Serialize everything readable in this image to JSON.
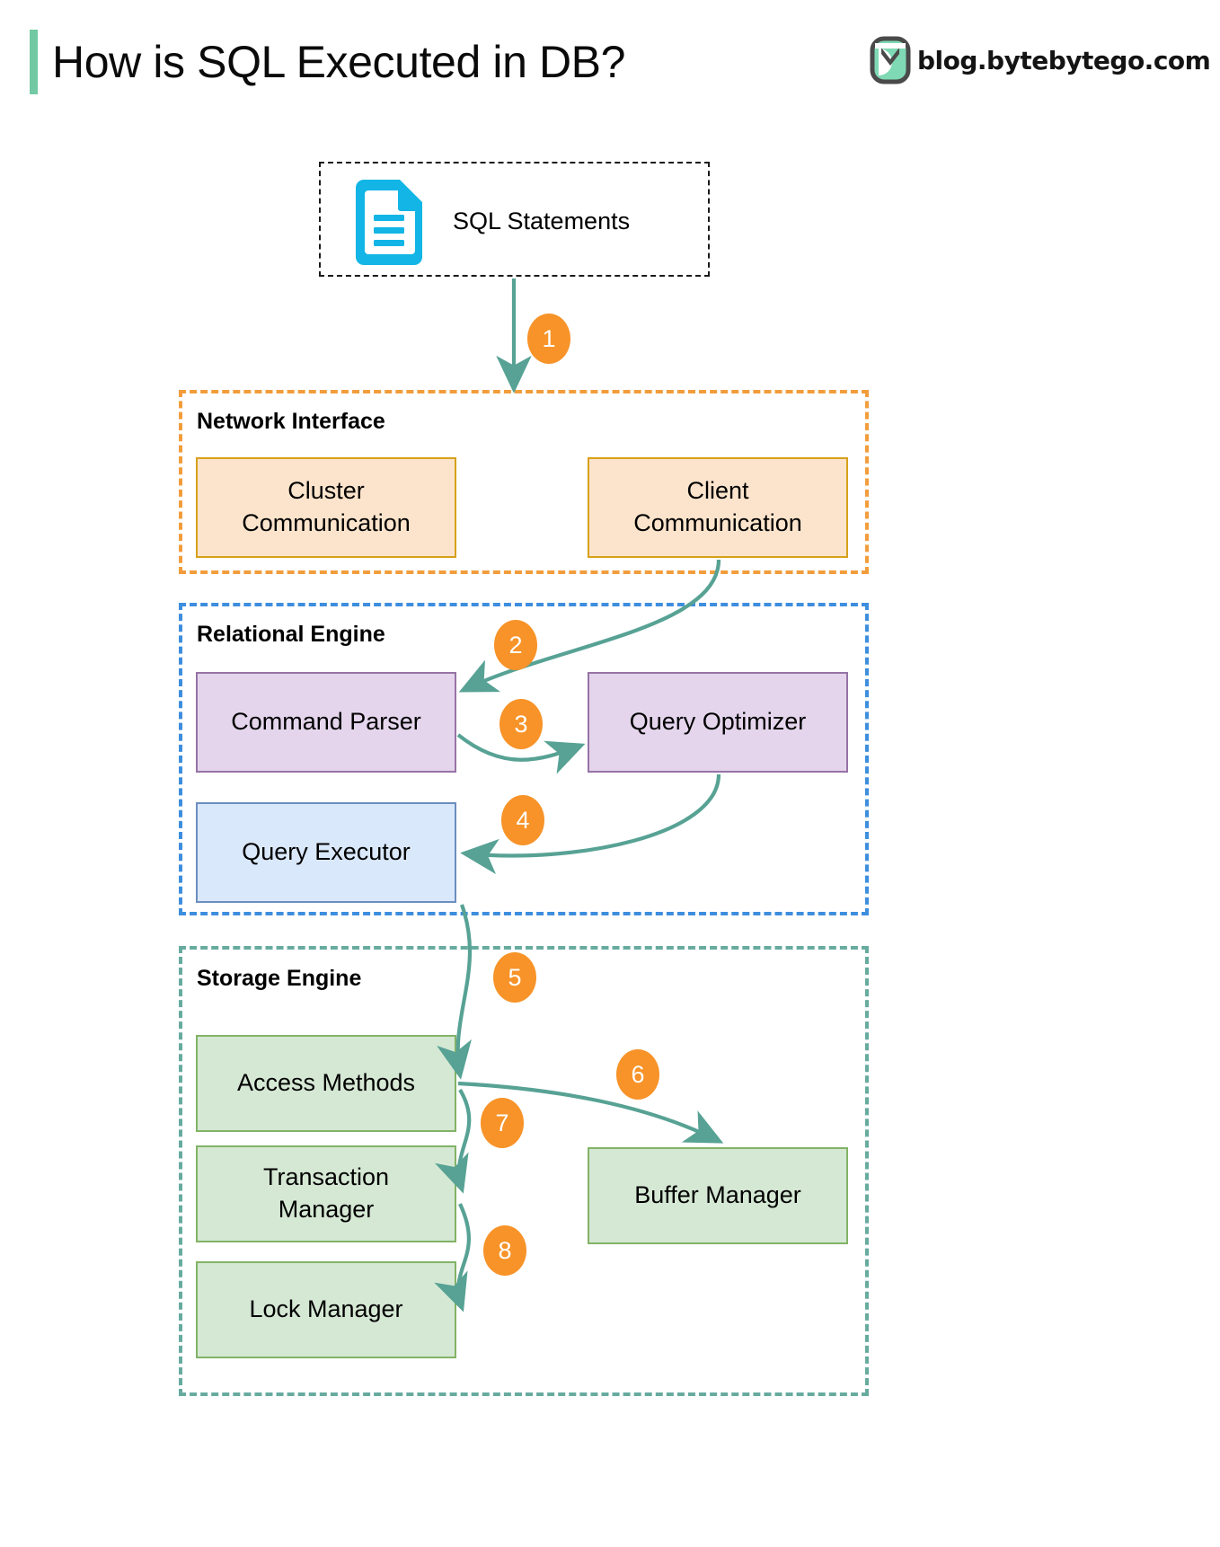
{
  "header": {
    "title": "How is SQL Executed in DB?",
    "brand_text": "blog.bytebytego.com",
    "accent_color": "#72C9A3"
  },
  "source": {
    "label": "SQL Statements",
    "icon": "document-icon",
    "icon_color": "#12B5E5"
  },
  "groups": [
    {
      "id": "network-interface",
      "label": "Network Interface",
      "border_color": "#F29D3C",
      "nodes": [
        {
          "id": "cluster-communication",
          "label": "Cluster\nCommunication",
          "fill": "#FCE4CC",
          "stroke": "#D6A019"
        },
        {
          "id": "client-communication",
          "label": "Client\nCommunication",
          "fill": "#FCE4CC",
          "stroke": "#D6A019"
        }
      ]
    },
    {
      "id": "relational-engine",
      "label": "Relational Engine",
      "border_color": "#3E8EDE",
      "nodes": [
        {
          "id": "command-parser",
          "label": "Command Parser",
          "fill": "#E4D5EC",
          "stroke": "#9673A6"
        },
        {
          "id": "query-optimizer",
          "label": "Query Optimizer",
          "fill": "#E4D5EC",
          "stroke": "#9673A6"
        },
        {
          "id": "query-executor",
          "label": "Query Executor",
          "fill": "#DAE8FC",
          "stroke": "#6C8EBF"
        }
      ]
    },
    {
      "id": "storage-engine",
      "label": "Storage Engine",
      "border_color": "#67AB9F",
      "nodes": [
        {
          "id": "access-methods",
          "label": "Access Methods",
          "fill": "#D5E8D4",
          "stroke": "#82B366"
        },
        {
          "id": "transaction-manager",
          "label": "Transaction\nManager",
          "fill": "#D5E8D4",
          "stroke": "#82B366"
        },
        {
          "id": "lock-manager",
          "label": "Lock Manager",
          "fill": "#D5E8D4",
          "stroke": "#82B366"
        },
        {
          "id": "buffer-manager",
          "label": "Buffer Manager",
          "fill": "#D5E8D4",
          "stroke": "#82B366"
        }
      ]
    }
  ],
  "steps": [
    {
      "n": "1",
      "from": "sql-statements",
      "to": "network-interface"
    },
    {
      "n": "2",
      "from": "client-communication",
      "to": "command-parser"
    },
    {
      "n": "3",
      "from": "command-parser",
      "to": "query-optimizer"
    },
    {
      "n": "4",
      "from": "query-optimizer",
      "to": "query-executor"
    },
    {
      "n": "5",
      "from": "query-executor",
      "to": "access-methods"
    },
    {
      "n": "6",
      "from": "access-methods",
      "to": "buffer-manager"
    },
    {
      "n": "7",
      "from": "access-methods",
      "to": "transaction-manager"
    },
    {
      "n": "8",
      "from": "transaction-manager",
      "to": "lock-manager"
    }
  ],
  "arrow_color": "#57A294",
  "badge_color": "#F79328"
}
